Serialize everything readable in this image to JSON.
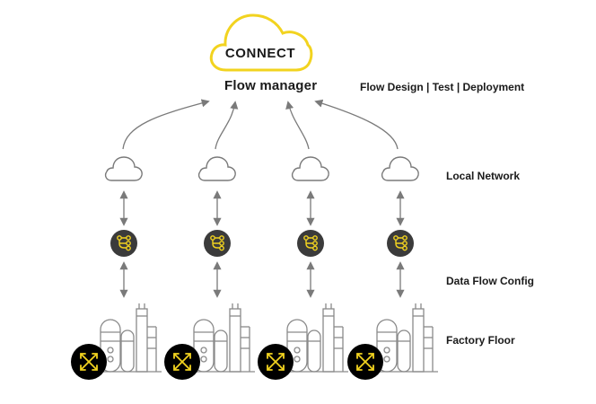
{
  "cloud": {
    "brand_text": "CONNECT",
    "title": "Flow manager",
    "stages": "Flow Design | Test | Deployment"
  },
  "rows": {
    "local_network": "Local Network",
    "data_flow_config": "Data Flow Config",
    "factory_floor": "Factory Floor"
  },
  "node_columns": 4,
  "colors": {
    "accent_yellow": "#F2D31F",
    "line_gray": "#7a7a7a",
    "node_dark": "#3b3b3b",
    "badge_black": "#000000"
  },
  "icons": {
    "main": "cloud-icon",
    "local": "cloud-outline-icon",
    "config": "flow-node-icon",
    "factory": "factory-plant-icon",
    "badge": "expand-arrows-icon"
  }
}
